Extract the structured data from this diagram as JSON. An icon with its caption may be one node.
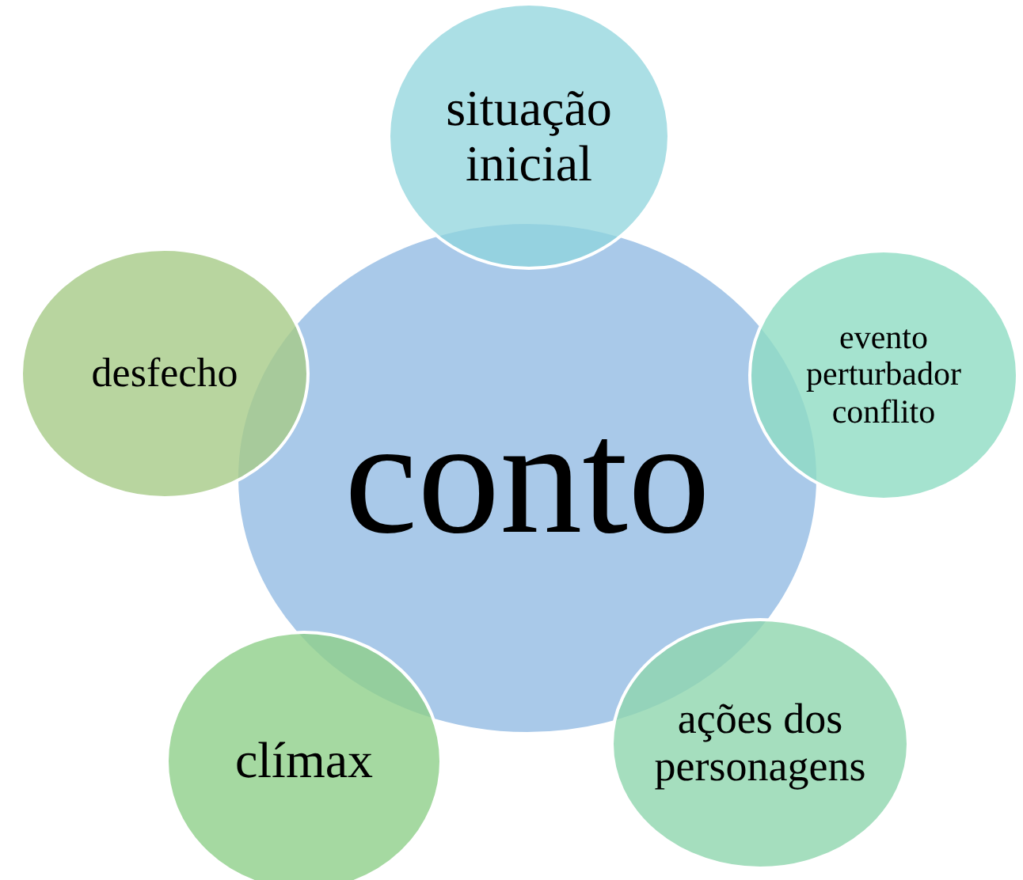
{
  "diagram": {
    "nodes": [
      {
        "text": [
          "conto"
        ]
      },
      {
        "text": [
          "situação inicial"
        ]
      },
      {
        "text": [
          "evento perturbador conflito"
        ]
      },
      {
        "text": [
          "ações dos personagens"
        ]
      },
      {
        "text": [
          "clímax"
        ]
      },
      {
        "text": [
          "desfecho"
        ]
      }
    ]
  }
}
